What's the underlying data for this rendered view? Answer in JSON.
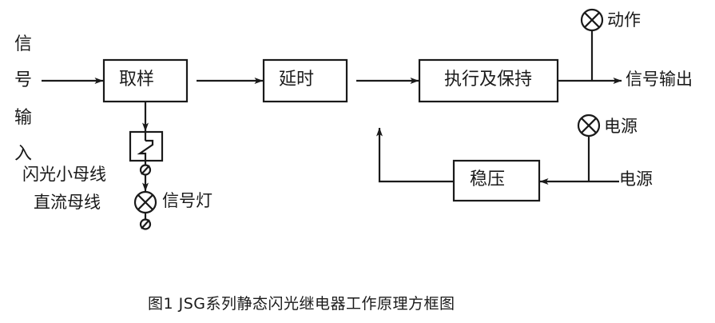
{
  "figure": {
    "caption": "图1  JSG系列静态闪光继电器工作原理方框图",
    "stroke_color": "#1a1a1a",
    "text_color": "#1a1a1a",
    "background": "#ffffff"
  },
  "blocks": [
    {
      "id": "sampling",
      "label": "取样"
    },
    {
      "id": "delay",
      "label": "延时"
    },
    {
      "id": "execute",
      "label": "执行及保持"
    },
    {
      "id": "regulator",
      "label": "稳压"
    }
  ],
  "input_label": {
    "text": "信号输入",
    "chars": [
      "信",
      "号",
      "输",
      "入"
    ]
  },
  "labels": {
    "flash_bus": "闪光小母线",
    "dc_bus": "直流母线",
    "signal_lamp": "信号灯",
    "action_lamp": "动作",
    "signal_output": "信号输出",
    "power_lamp": "电源",
    "power_input": "电源"
  },
  "symbols": {
    "lamp_action": "lamp-cross-circle",
    "lamp_signal": "lamp-cross-circle",
    "lamp_power": "lamp-cross-circle",
    "relay_contact": "relay-contact-box",
    "terminal_flash_bus": "terminal-slashed-circle",
    "terminal_dc_bus": "terminal-slashed-circle"
  }
}
